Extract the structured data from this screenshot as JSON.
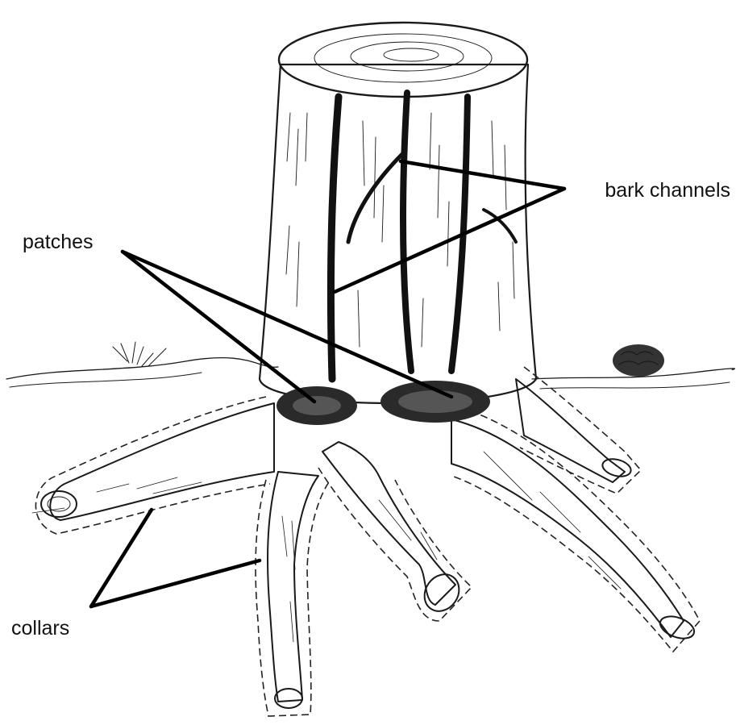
{
  "labels": {
    "bark_channels": "bark channels",
    "patches": "patches",
    "collars": "collars"
  },
  "colors": {
    "ink": "#1a1a1a",
    "paper": "#ffffff",
    "patch_fill": "#2a2a2a"
  }
}
